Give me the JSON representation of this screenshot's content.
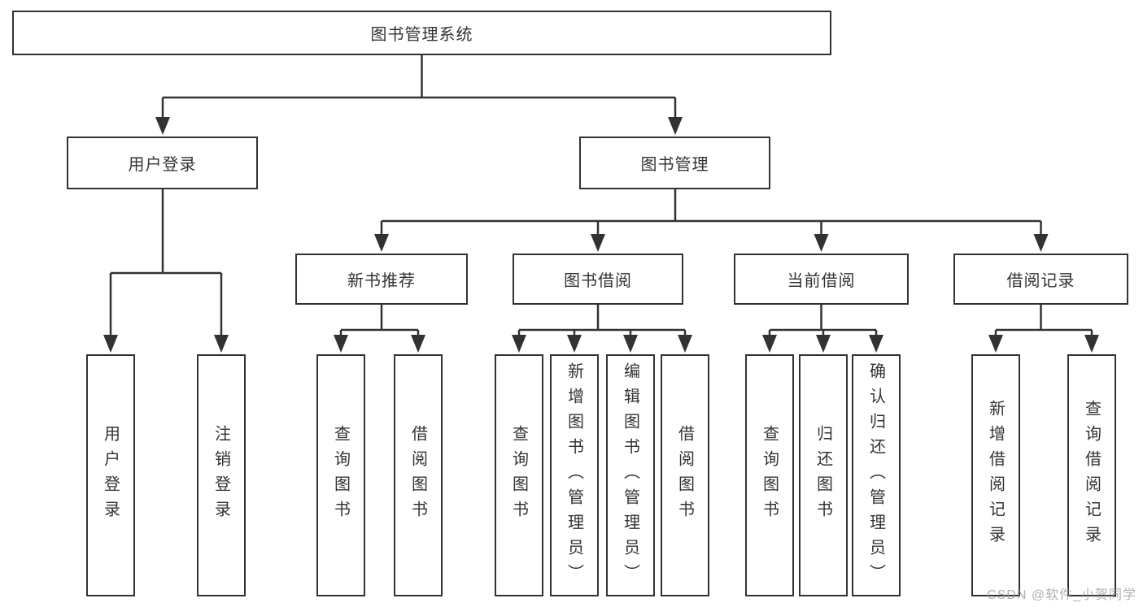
{
  "diagram": {
    "root": {
      "label": "图书管理系统",
      "children": [
        {
          "label": "用户登录",
          "children": [
            {
              "label": "用户登录"
            },
            {
              "label": "注销登录"
            }
          ]
        },
        {
          "label": "图书管理",
          "children": [
            {
              "label": "新书推荐",
              "children": [
                {
                  "label": "查询图书"
                },
                {
                  "label": "借阅图书"
                }
              ]
            },
            {
              "label": "图书借阅",
              "children": [
                {
                  "label": "查询图书"
                },
                {
                  "label": "新增图书（管理员）"
                },
                {
                  "label": "编辑图书（管理员）"
                },
                {
                  "label": "借阅图书"
                }
              ]
            },
            {
              "label": "当前借阅",
              "children": [
                {
                  "label": "查询图书"
                },
                {
                  "label": "归还图书"
                },
                {
                  "label": "确认归还（管理员）"
                }
              ]
            },
            {
              "label": "借阅记录",
              "children": [
                {
                  "label": "新增借阅记录"
                },
                {
                  "label": "查询借阅记录"
                }
              ]
            }
          ]
        }
      ]
    },
    "line_color": "#323232",
    "box_background": "#ffffff"
  },
  "watermark": {
    "text": "CSDN @软件_小贺同学"
  }
}
